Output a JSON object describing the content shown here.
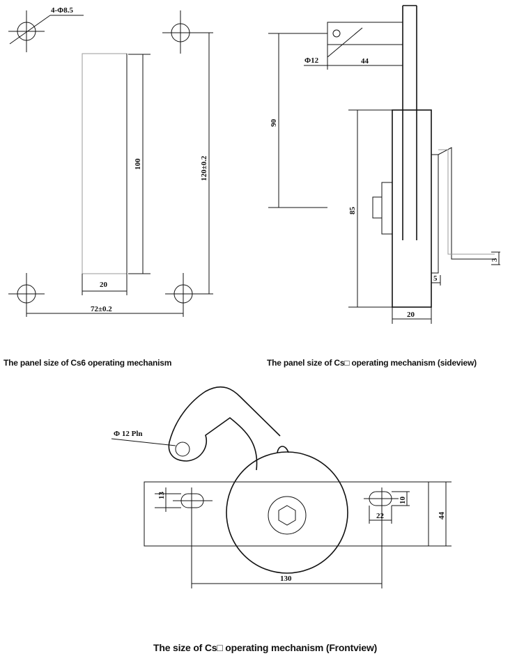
{
  "panel_cs6": {
    "hole_spec": "4-Φ8.5",
    "dim_height_inner": "100",
    "dim_height_outer": "120±0.2",
    "dim_width_inner": "20",
    "dim_width_outer": "72±0.2",
    "caption": "The panel size of Cs6 operating mechanism"
  },
  "side_view": {
    "dim_pin_dia": "Φ12",
    "dim_arm_len": "44",
    "dim_arm_height": "90",
    "dim_body_height": "85",
    "dim_body_width": "20",
    "dim_lever_3": "3",
    "dim_lever_5": "5",
    "caption": "The panel size of Cs□ operating mechanism (sideview)"
  },
  "front_view": {
    "dim_pin": "Φ 12 Pln",
    "dim_slot_13": "13",
    "dim_slot_10": "10",
    "dim_slot_22": "22",
    "dim_plate_height": "44",
    "dim_hole_span": "130",
    "caption": "The size of Cs□ operating mechanism (Frontview)"
  }
}
